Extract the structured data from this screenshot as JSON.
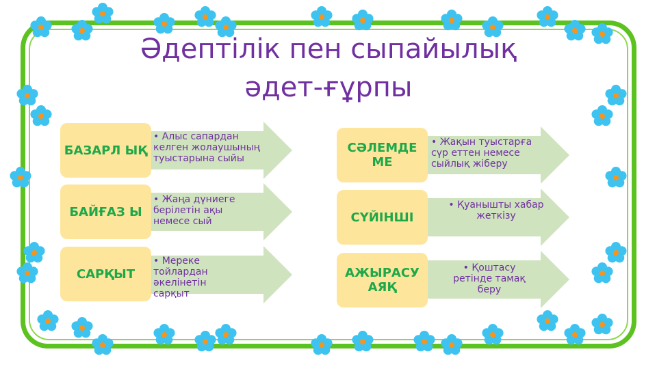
{
  "title_line1": "Әдептілік пен сыпайылық",
  "title_line2": "әдет-ғұрпы",
  "left": [
    {
      "term": "БАЗАРЛЫҚ",
      "term_display": "БАЗАРЛ ЫҚ",
      "desc": "Алыс сапардан келген жолаушының туыстарына сыйы"
    },
    {
      "term": "БАЙҒАЗЫ",
      "term_display": "БАЙҒАЗ Ы",
      "desc": "Жаңа дүниеге берілетін ақы немесе сый"
    },
    {
      "term": "САРҚЫТ",
      "term_display": "САРҚЫТ",
      "desc": "Мереке тойлардан әкелінетін сарқыт"
    }
  ],
  "right": [
    {
      "term": "СӘЛЕМДЕМЕ",
      "term_display": "СӘЛЕМДЕ МЕ",
      "desc": "Жақын туыстарға сүр еттен немесе сыйлық жіберу"
    },
    {
      "term": "СҮЙІНШІ",
      "term_display": "СҮЙІНШІ",
      "desc": "Қуанышты хабар жеткізу"
    },
    {
      "term": "АЖЫРАСУ АЯҚ",
      "term_display": "АЖЫРАСУ АЯҚ",
      "desc": "Қоштасу ретінде тамақ беру"
    }
  ],
  "colors": {
    "title": "#7030a0",
    "term": "#1ea84a",
    "box": "#fde69c",
    "arrow": "#cfe3bf",
    "frame": "#5cc21f",
    "flower": "#3ec3f0"
  }
}
